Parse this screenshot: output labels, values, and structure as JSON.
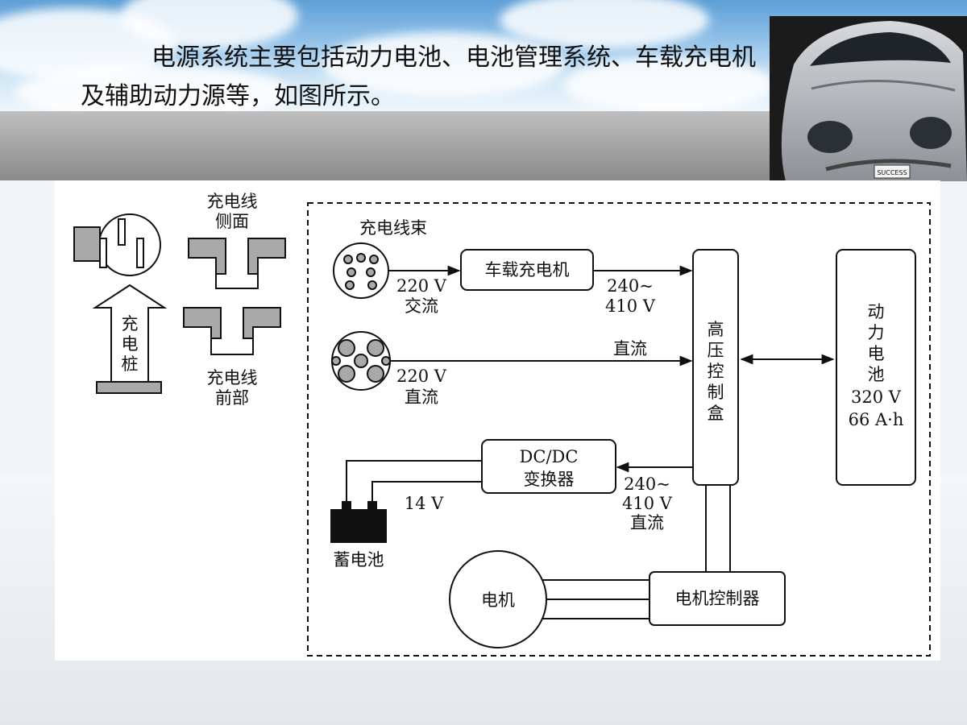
{
  "slide": {
    "intro_text": "电源系统主要包括动力电池、电池管理系统、车载充电机及辅助动力源等，如图所示。",
    "plate_text": "SUCCESS"
  },
  "diagram": {
    "charging_pile": "充电桩",
    "cable_side": [
      "充电线",
      "侧面"
    ],
    "cable_front": [
      "充电线",
      "前部"
    ],
    "harness": "充电线束",
    "onboard_charger": "车载充电机",
    "ac_input": [
      "220 V",
      "交流"
    ],
    "charger_output": [
      "240~",
      "410 V"
    ],
    "dc_line_label": "直流",
    "dc_input": [
      "220 V",
      "直流"
    ],
    "hv_box": [
      "高",
      "压",
      "控",
      "制",
      "盒"
    ],
    "battery": [
      "动",
      "力",
      "电",
      "池",
      "320 V",
      "66 A·h"
    ],
    "dcdc": [
      "DC/DC",
      "变换器"
    ],
    "dcdc_input": [
      "240~",
      "410 V",
      "直流"
    ],
    "low_voltage": "14 V",
    "storage_battery": "蓄电池",
    "motor": "电机",
    "motor_controller": "电机控制器"
  }
}
